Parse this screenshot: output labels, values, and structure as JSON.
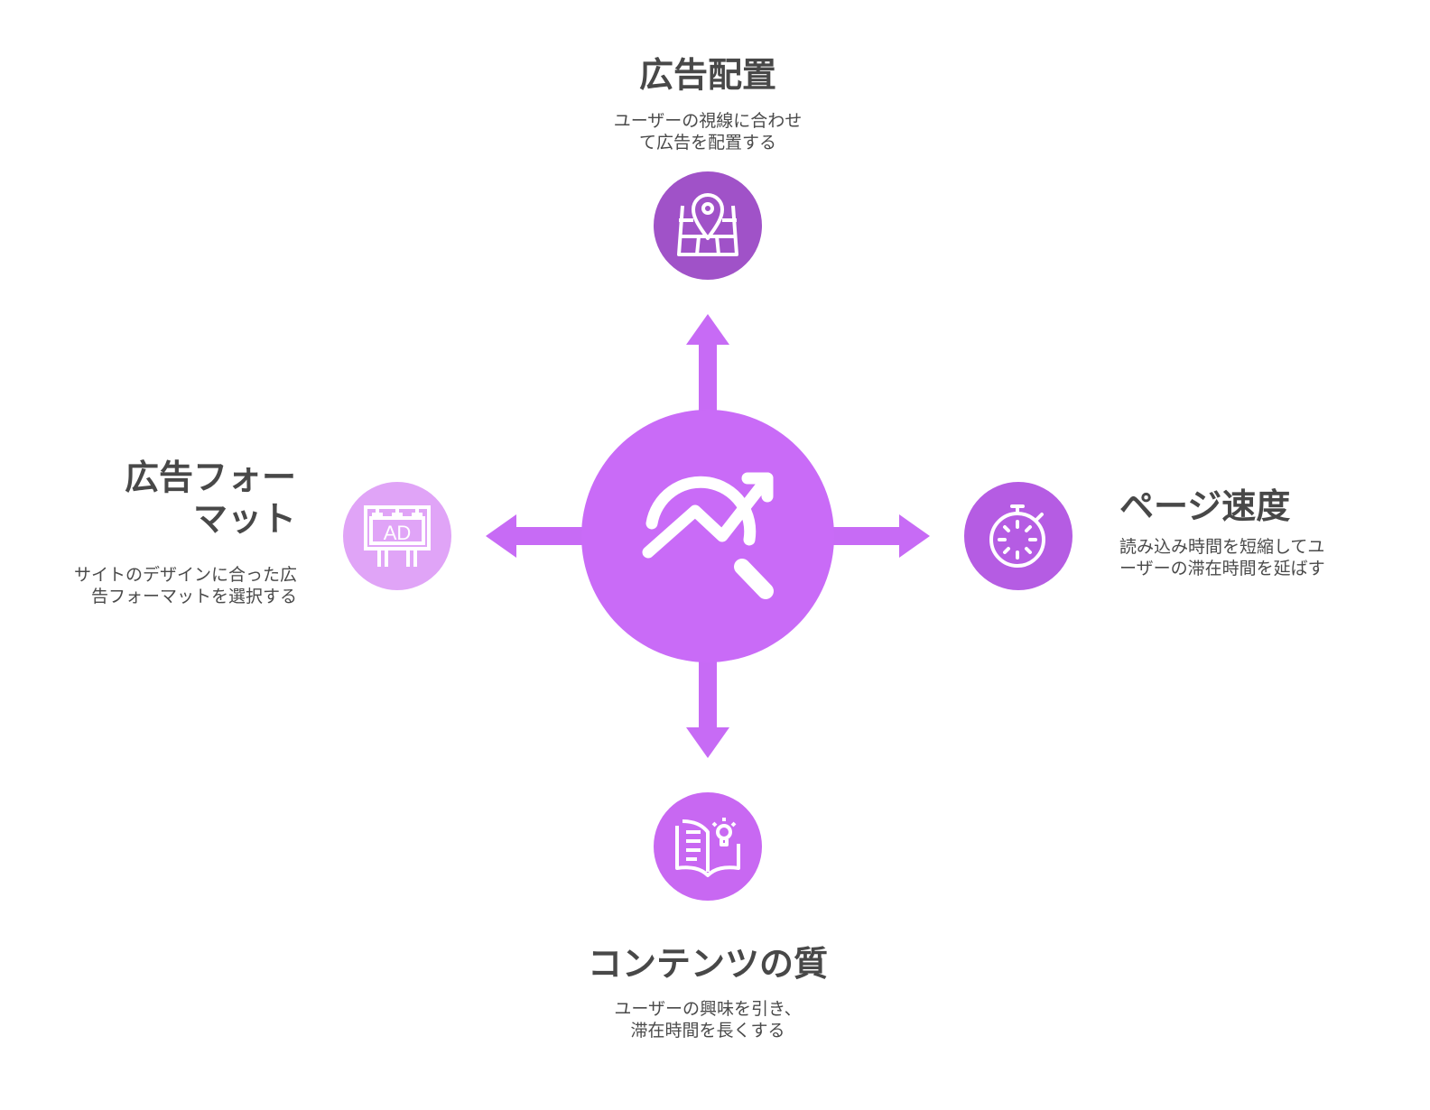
{
  "items": [
    {
      "title": "広告配置",
      "desc_lines": [
        "ユーザーの視線に合わせ",
        "て広告を配置する"
      ],
      "icon": "map-pin-icon",
      "color": "#a052c8"
    },
    {
      "title_lines": [
        "広告フォー",
        "マット"
      ],
      "desc_lines": [
        "サイトのデザインに合った広",
        "告フォーマットを選択する"
      ],
      "icon": "billboard-ad-icon",
      "icon_text": "AD",
      "color": "#e0a4f7"
    },
    {
      "title": "ページ速度",
      "desc_lines": [
        "読み込み時間を短縮してユ",
        "ーザーの滞在時間を延ばす"
      ],
      "icon": "stopwatch-icon",
      "color": "#b55ce3"
    },
    {
      "title": "コンテンツの質",
      "desc_lines": [
        "ユーザーの興味を引き、",
        "滞在時間を長くする"
      ],
      "icon": "book-idea-icon",
      "color": "#c868f2"
    }
  ],
  "center": {
    "icon": "search-growth-icon",
    "color": "#c96bf7"
  },
  "arrow_color": "#c76bf5"
}
